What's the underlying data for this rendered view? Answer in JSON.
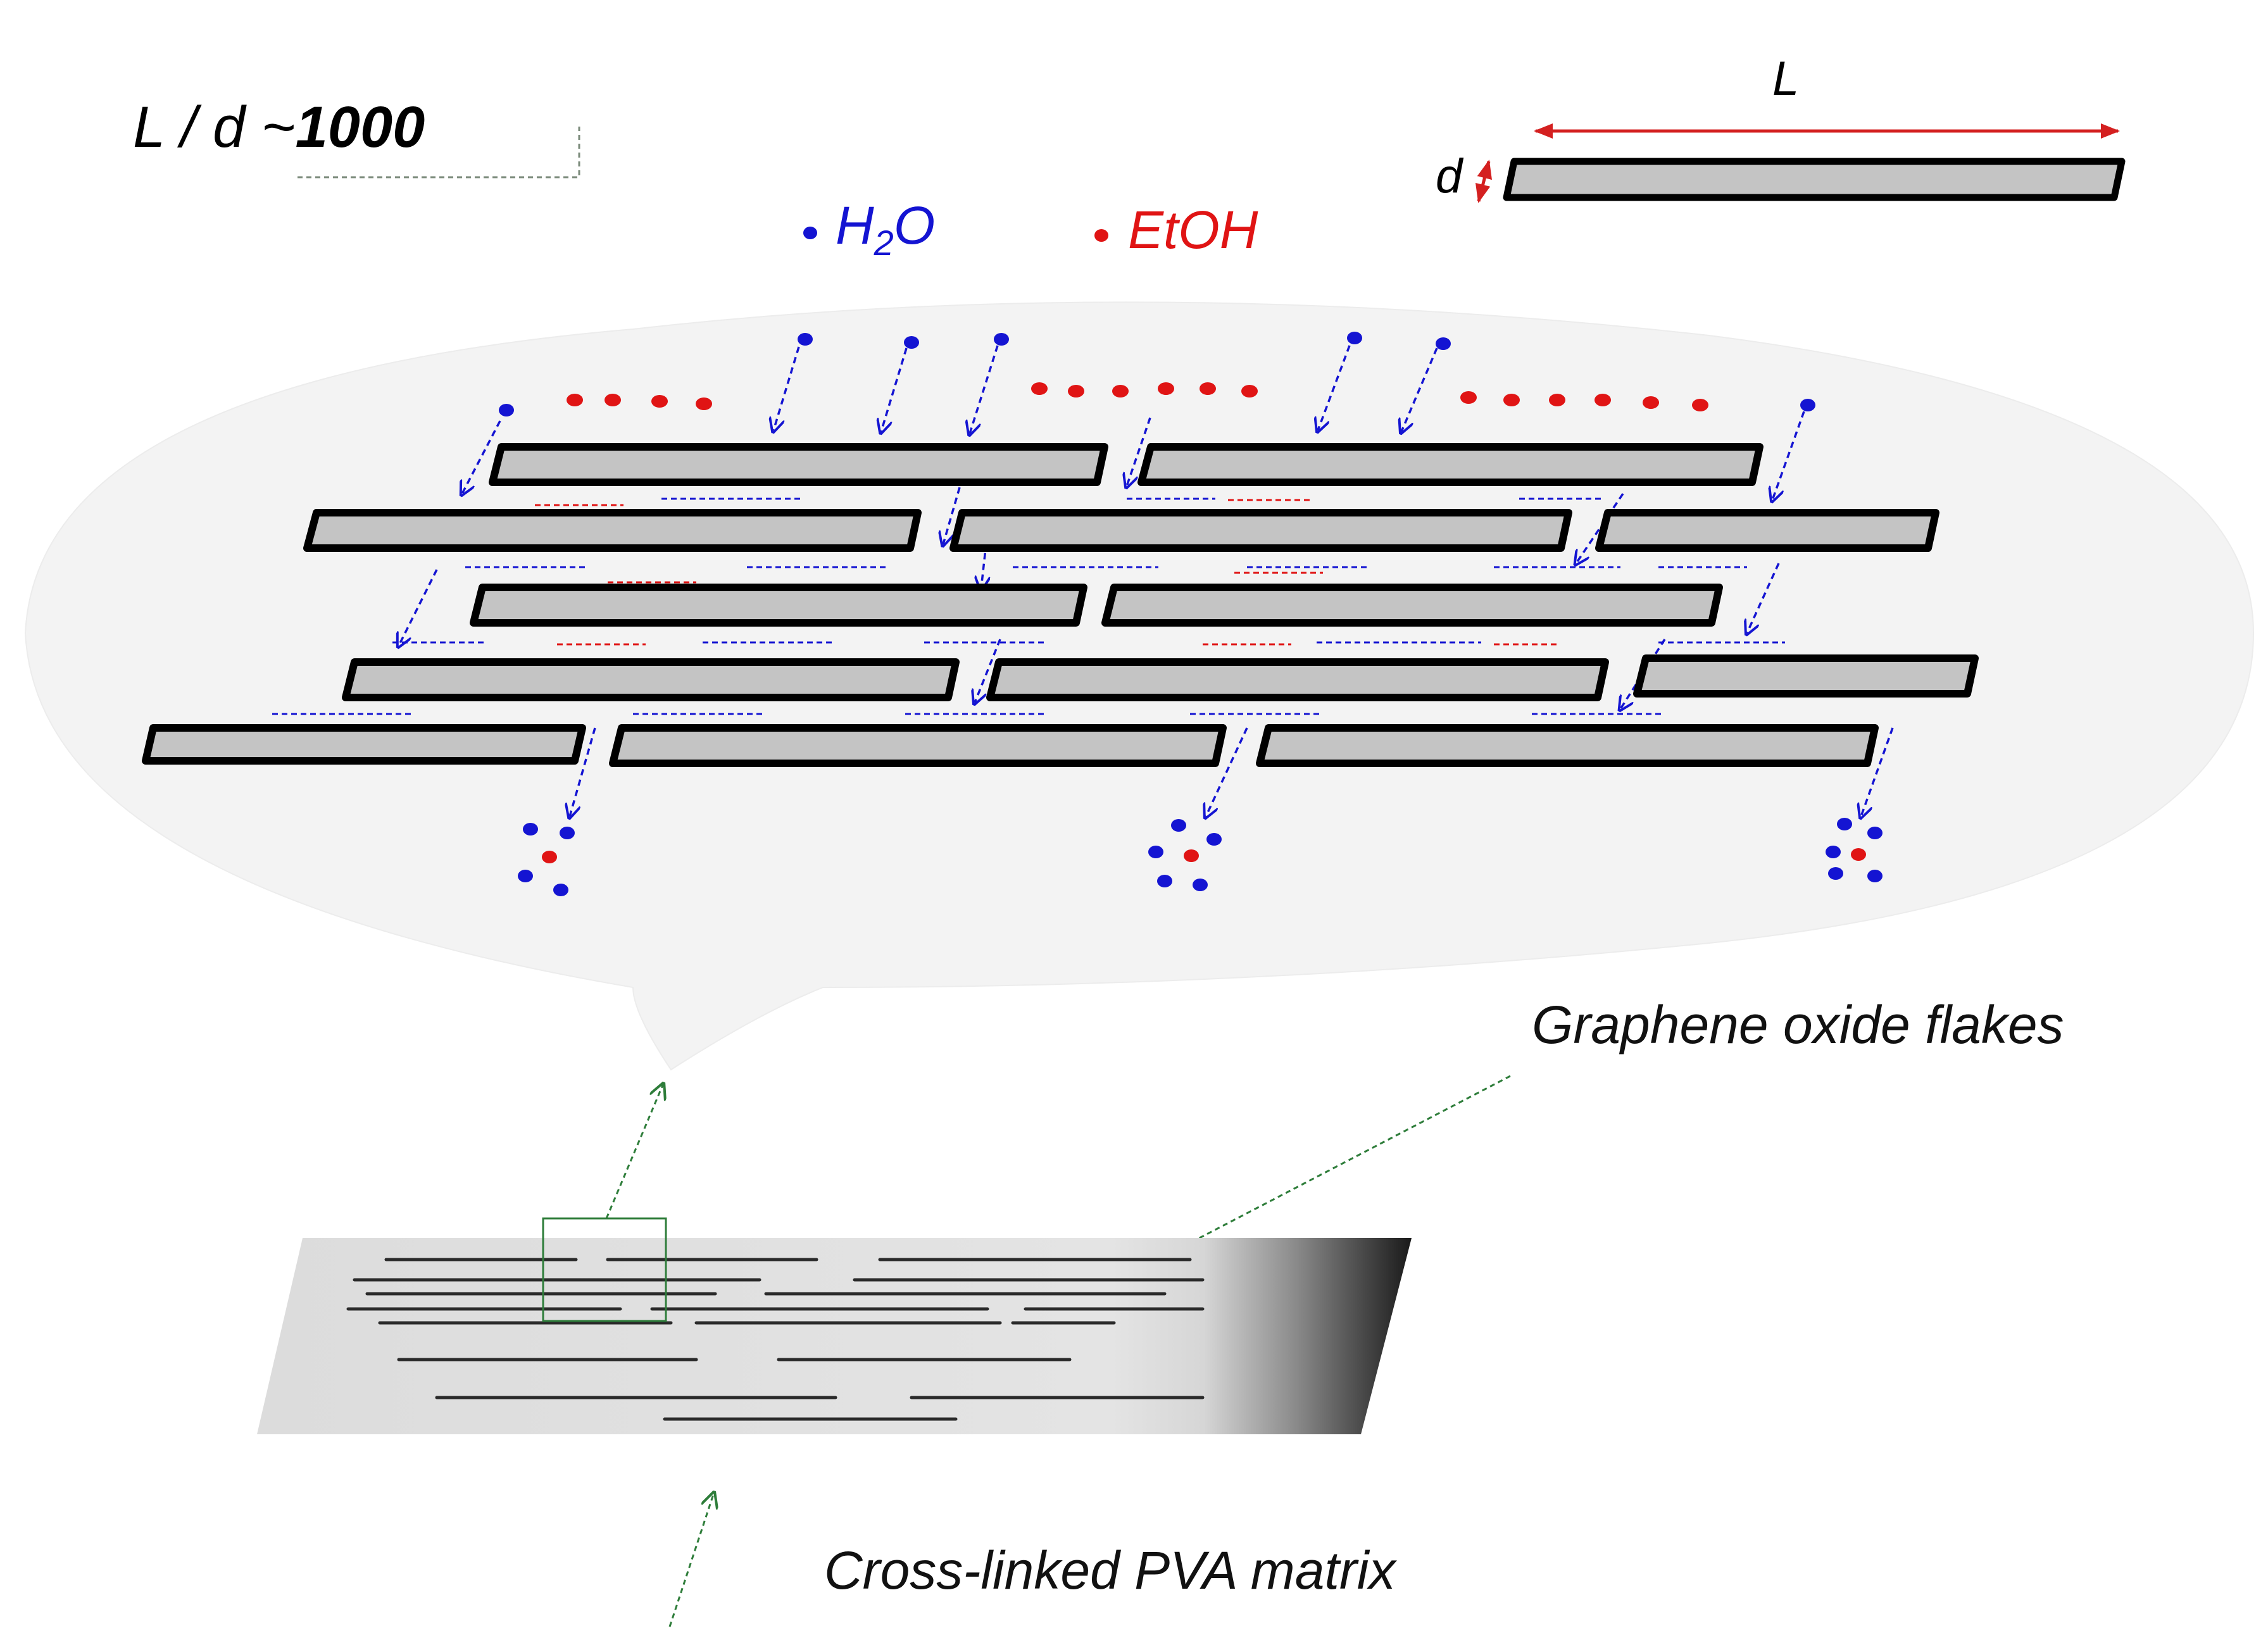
{
  "header": {
    "ratio_prefix": "L / d  ~",
    "ratio_value": "1000"
  },
  "dimension": {
    "length_symbol": "L",
    "thickness_symbol": "d"
  },
  "legend": {
    "water_text": "H",
    "water_subscript": "2",
    "water_suffix": "O",
    "ethanol_text": "EtOH"
  },
  "labels": {
    "flakes": "Graphene oxide flakes",
    "matrix": "Cross-linked PVA matrix"
  },
  "colors": {
    "water": "#1414d2",
    "ethanol": "#e01414",
    "flake_fill": "#c4c4c4",
    "flake_border": "#000000",
    "dimension_arrow": "#d42020",
    "leader_line": "#2e7d3a",
    "background_blob": "#f3f3f3"
  }
}
